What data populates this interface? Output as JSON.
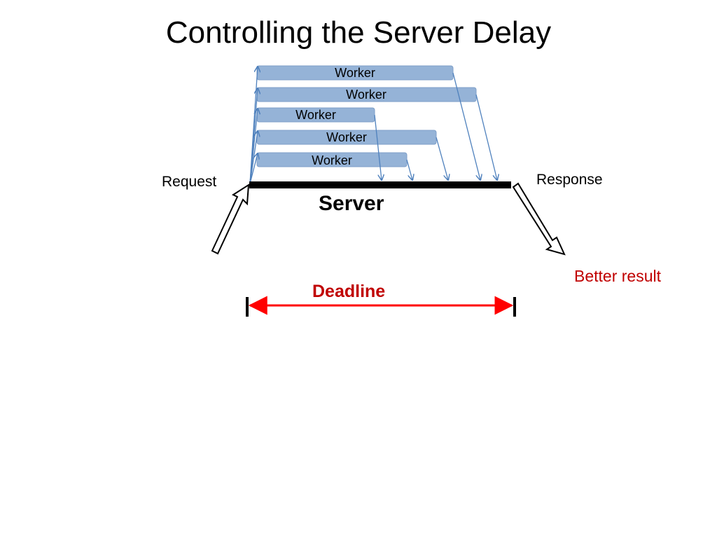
{
  "slide": {
    "title": "Controlling the Server Delay"
  },
  "diagram": {
    "workers": [
      "Worker",
      "Worker",
      "Worker",
      "Worker",
      "Worker"
    ],
    "request_label": "Request",
    "response_label": "Response",
    "server_label": "Server",
    "result_label": "Better result",
    "deadline_label": "Deadline"
  },
  "colors": {
    "worker_fill": "#95b3d7",
    "worker_stroke": "#7f9fc8",
    "arrow_blue": "#4f81bd",
    "server_bar": "#000000",
    "deadline": "#ff0000",
    "result_text": "#c00000"
  }
}
